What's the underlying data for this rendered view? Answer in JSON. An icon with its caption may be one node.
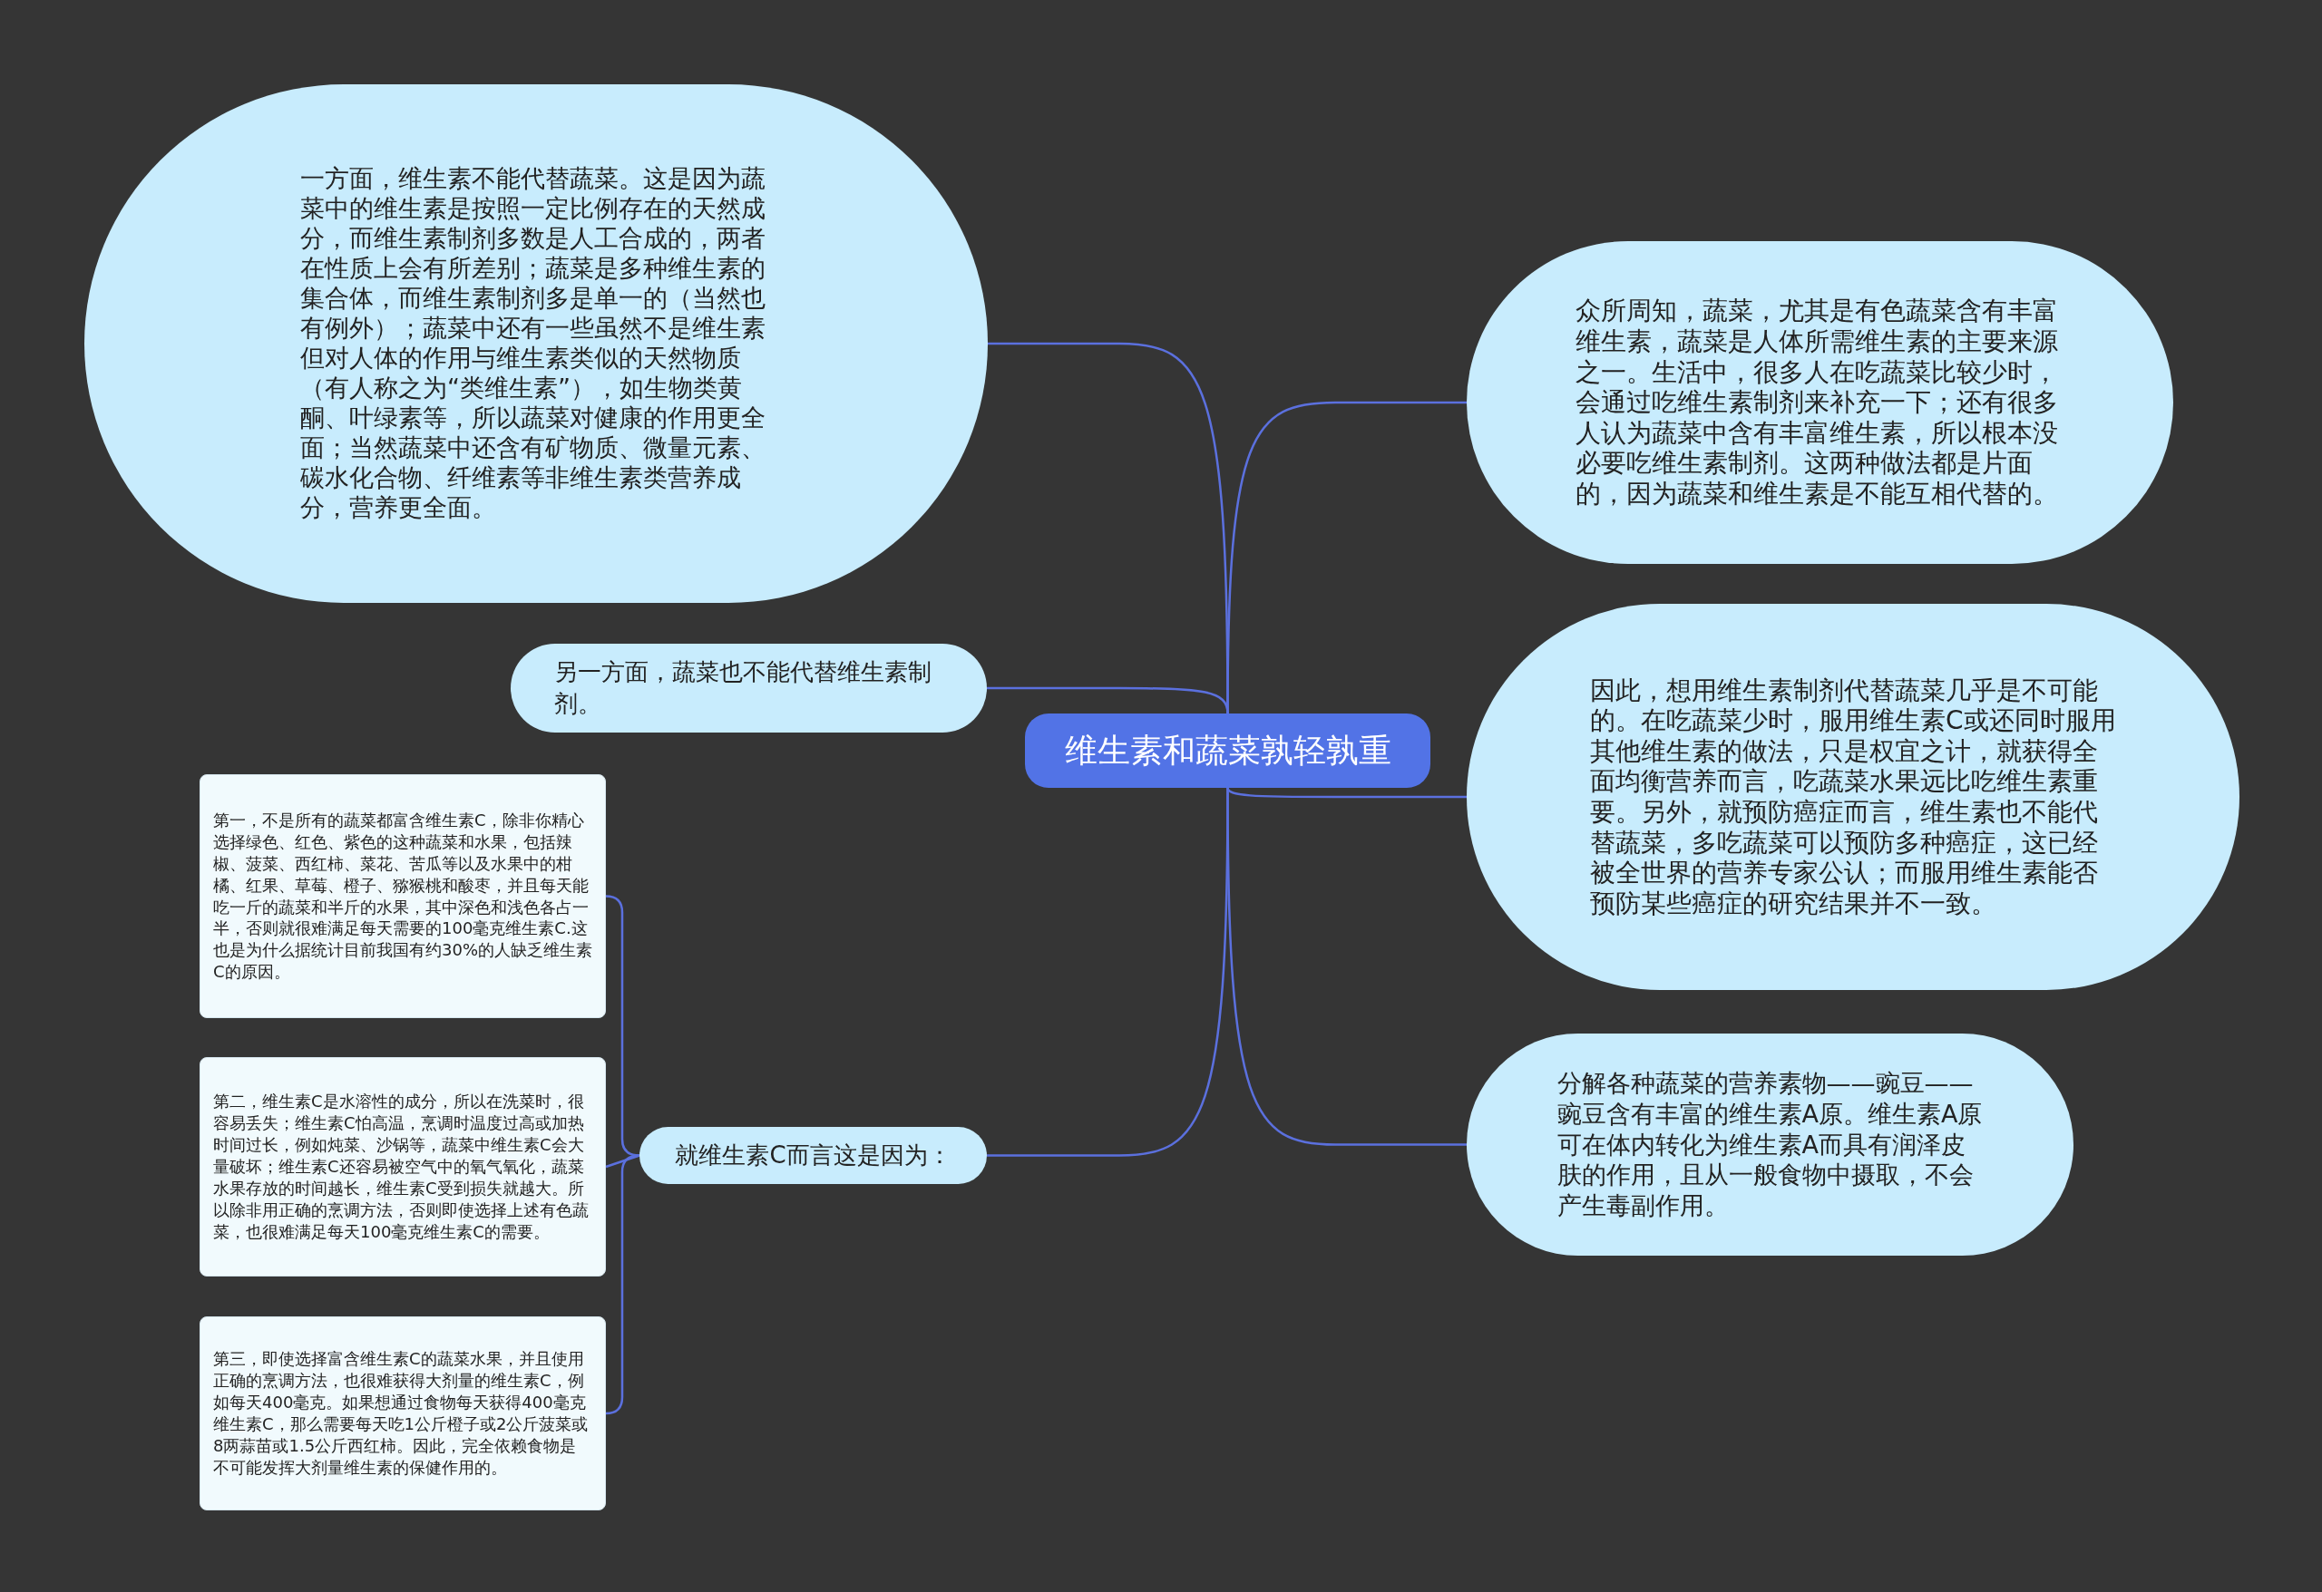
{
  "diagram": {
    "nodes": [
      {
        "text": [
          "维生素和蔬菜孰轻孰重"
        ]
      },
      {
        "text": [
          "一方面，维生素不能代替蔬菜。这是因为蔬菜中的维生素是按照一定比例存在的天然成分，而维生素制剂多数是人工合成的，两者在性质上会有所差别；蔬菜是多种维生素的集合体，而维生素制剂多是单一的（当然也有例外）；蔬菜中还有一些虽然不是维生素但对人体的作用与维生素类似的天然物质（有人称之为“类维生素”），如生物类黄酮、叶绿素等，所以蔬菜对健康的作用更全面；当然蔬菜中还含有矿物质、微量元素、碳水化合物、纤维素等非维生素类营养成分，营养更全面。"
        ]
      },
      {
        "text": [
          "另一方面，蔬菜也不能代替维生素制剂。"
        ]
      },
      {
        "text": [
          "就维生素C而言这是因为："
        ]
      },
      {
        "text": [
          "第一，不是所有的蔬菜都富含维生素C，除非你精心选择绿色、红色、紫色的这种蔬菜和水果，包括辣椒、菠菜、西红柿、菜花、苦瓜等以及水果中的柑橘、红果、草莓、橙子、猕猴桃和酸枣，并且每天能吃一斤的蔬菜和半斤的水果，其中深色和浅色各占一半，否则就很难满足每天需要的100毫克维生素C.这也是为什么据统计目前我国有约30%的人缺乏维生素C的原因。"
        ]
      },
      {
        "text": [
          "第二，维生素C是水溶性的成分，所以在洗菜时，很容易丢失；维生素C怕高温，烹调时温度过高或加热时间过长，例如炖菜、沙锅等，蔬菜中维生素C会大量破坏；维生素C还容易被空气中的氧气氧化，蔬菜水果存放的时间越长，维生素C受到损失就越大。所以除非用正确的烹调方法，否则即使选择上述有色蔬菜，也很难满足每天100毫克维生素C的需要。"
        ]
      },
      {
        "text": [
          "第三，即使选择富含维生素C的蔬菜水果，并且使用正确的烹调方法，也很难获得大剂量的维生素C，例如每天400毫克。如果想通过食物每天获得400毫克维生素C，那么需要每天吃1公斤橙子或2公斤菠菜或8两蒜苗或1.5公斤西红柿。因此，完全依赖食物是不可能发挥大剂量维生素的保健作用的。"
        ]
      },
      {
        "text": [
          "众所周知，蔬菜，尤其是有色蔬菜含有丰富维生素，蔬菜是人体所需维生素的主要来源之一。生活中，很多人在吃蔬菜比较少时，会通过吃维生素制剂来补充一下；还有很多人认为蔬菜中含有丰富维生素，所以根本没必要吃维生素制剂。这两种做法都是片面的，因为蔬菜和维生素是不能互相代替的。"
        ]
      },
      {
        "text": [
          "因此，想用维生素制剂代替蔬菜几乎是不可能的。在吃蔬菜少时，服用维生素C或还同时服用其他维生素的做法，只是权宜之计，就获得全面均衡营养而言，吃蔬菜水果远比吃维生素重要。另外，就预防癌症而言，维生素也不能代替蔬菜，多吃蔬菜可以预防多种癌症，这已经被全世界的营养专家公认；而服用维生素能否预防某些癌症的研究结果并不一致。"
        ]
      },
      {
        "text": [
          "分解各种蔬菜的营养素物——豌豆——豌豆含有丰富的维生素A原。维生素A原可在体内转化为维生素A而具有润泽皮肤的作用，且从一般食物中摄取，不会产生毒副作用。"
        ]
      }
    ],
    "edges": [
      {
        "from": 0,
        "to": 1,
        "arrow": "none"
      },
      {
        "from": 0,
        "to": 2,
        "arrow": "none"
      },
      {
        "from": 0,
        "to": 3,
        "arrow": "none"
      },
      {
        "from": 3,
        "to": 4,
        "arrow": "none"
      },
      {
        "from": 3,
        "to": 5,
        "arrow": "none"
      },
      {
        "from": 3,
        "to": 6,
        "arrow": "none"
      },
      {
        "from": 0,
        "to": 7,
        "arrow": "none"
      },
      {
        "from": 0,
        "to": 8,
        "arrow": "none"
      },
      {
        "from": 0,
        "to": 9,
        "arrow": "none"
      }
    ]
  }
}
